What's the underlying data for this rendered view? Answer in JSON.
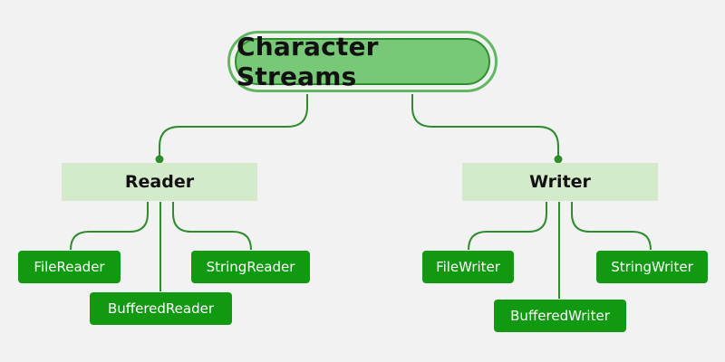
{
  "diagram": {
    "root": {
      "label": "Character Streams"
    },
    "branches": [
      {
        "label": "Reader",
        "children": [
          "FileReader",
          "BufferedReader",
          "StringReader"
        ]
      },
      {
        "label": "Writer",
        "children": [
          "FileWriter",
          "BufferedWriter",
          "StringWriter"
        ]
      }
    ]
  },
  "colors": {
    "background": "#f2f2f2",
    "root_fill": "#77c877",
    "root_border": "#2f8f2f",
    "category_fill": "#d3ebcb",
    "leaf_fill": "#119a11",
    "connector": "#2e8b2e"
  }
}
